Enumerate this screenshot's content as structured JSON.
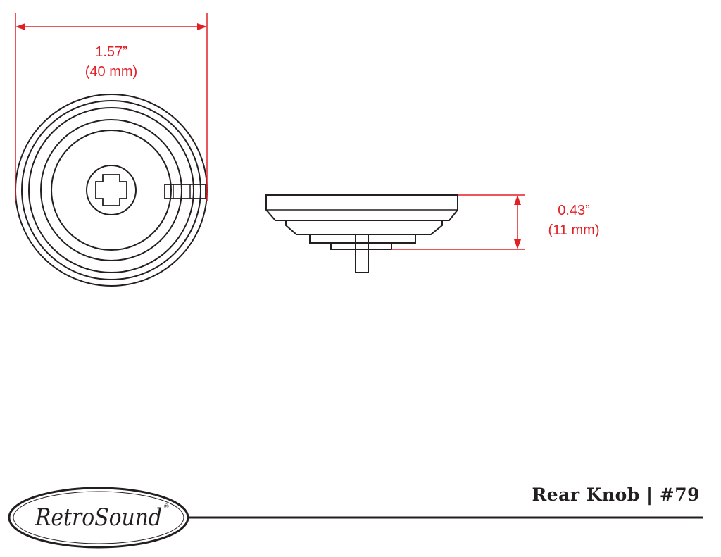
{
  "dimensions": {
    "width_in": "1.57”",
    "width_mm": "(40 mm)",
    "height_in": "0.43”",
    "height_mm": "(11 mm)"
  },
  "brand": {
    "logo_text": "RetroSound",
    "registered_mark": "®"
  },
  "title": "Rear Knob | #79",
  "colors": {
    "dimension": "#e31e24",
    "line": "#231f20"
  }
}
